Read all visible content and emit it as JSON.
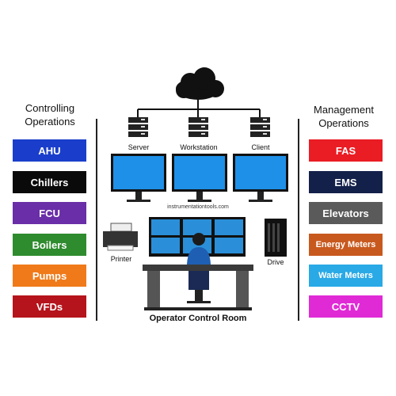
{
  "left": {
    "heading_line1": "Controlling",
    "heading_line2": "Operations",
    "items": [
      {
        "label": "AHU",
        "color": "#1a3ecb"
      },
      {
        "label": "Chillers",
        "color": "#0a0a0a"
      },
      {
        "label": "FCU",
        "color": "#6a2ea8"
      },
      {
        "label": "Boilers",
        "color": "#2e8b2e"
      },
      {
        "label": "Pumps",
        "color": "#f07a1a"
      },
      {
        "label": "VFDs",
        "color": "#b5141c"
      }
    ]
  },
  "right": {
    "heading_line1": "Management",
    "heading_line2": "Operations",
    "items": [
      {
        "label": "FAS",
        "color": "#ea1c24"
      },
      {
        "label": "EMS",
        "color": "#13204a"
      },
      {
        "label": "Elevators",
        "color": "#5a5a5a"
      },
      {
        "label": "Energy Meters",
        "color": "#c8591e"
      },
      {
        "label": "Water Meters",
        "color": "#29a9e6"
      },
      {
        "label": "CCTV",
        "color": "#e02ad6"
      }
    ]
  },
  "center": {
    "servers": [
      "Server",
      "Workstation",
      "Client"
    ],
    "website": "instrumentationtools.com",
    "printer_label": "Printer",
    "drive_label": "Drive",
    "room_label": "Operator Control Room"
  }
}
